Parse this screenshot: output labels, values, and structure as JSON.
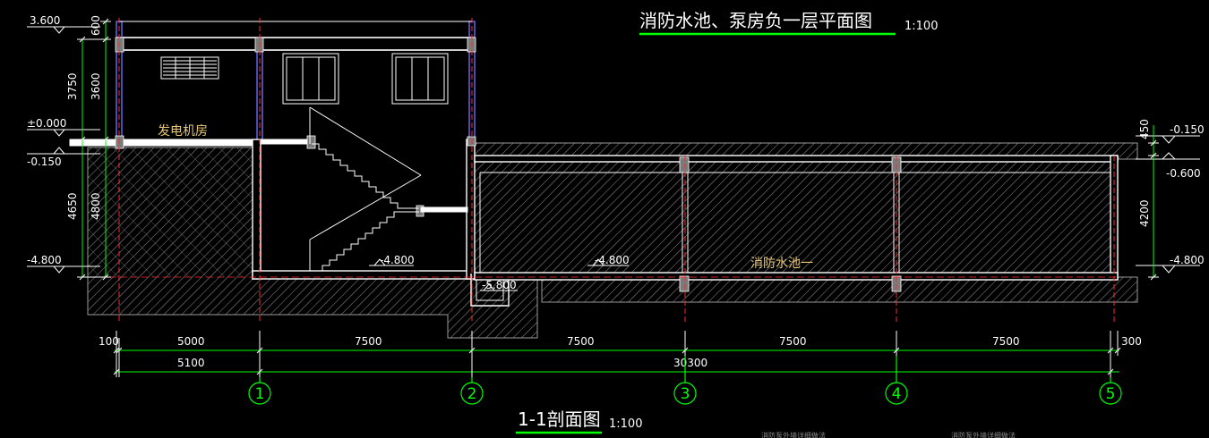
{
  "drawing": {
    "plan_title": "消防水池、泵房负一层平面图",
    "plan_scale": "1:100",
    "section_title": "1-1剖面图",
    "section_scale": "1:100",
    "colors": {
      "background": "#000000",
      "lines": "#ffffff",
      "title_underline": "#00ff00",
      "axis_lines": "#ff0000",
      "room_labels": "#e8c878"
    }
  },
  "rooms": {
    "generator_room": "发电机房",
    "fire_pool": "消防水池一"
  },
  "elevations_left": [
    "3.600",
    "±0.000",
    "-0.150",
    "-4.800"
  ],
  "elevations_right": [
    "-0.150",
    "-0.600",
    "-4.800"
  ],
  "elevations_inner": [
    "-4.800",
    "-4.800",
    "-5.800"
  ],
  "vertical_dims_left": [
    "600",
    "3750",
    "3600",
    "4650",
    "4800"
  ],
  "vertical_dims_right": [
    "450",
    "4200"
  ],
  "horizontal_dims_row1": [
    "100",
    "5000",
    "7500",
    "7500",
    "7500",
    "7500",
    "300"
  ],
  "horizontal_dims_row2": [
    "5100",
    "30300"
  ],
  "axes": [
    "1",
    "2",
    "3",
    "4",
    "5"
  ],
  "footer_notes": [
    "消防泵外墙详细做法",
    "消防泵外墙详细做法"
  ]
}
